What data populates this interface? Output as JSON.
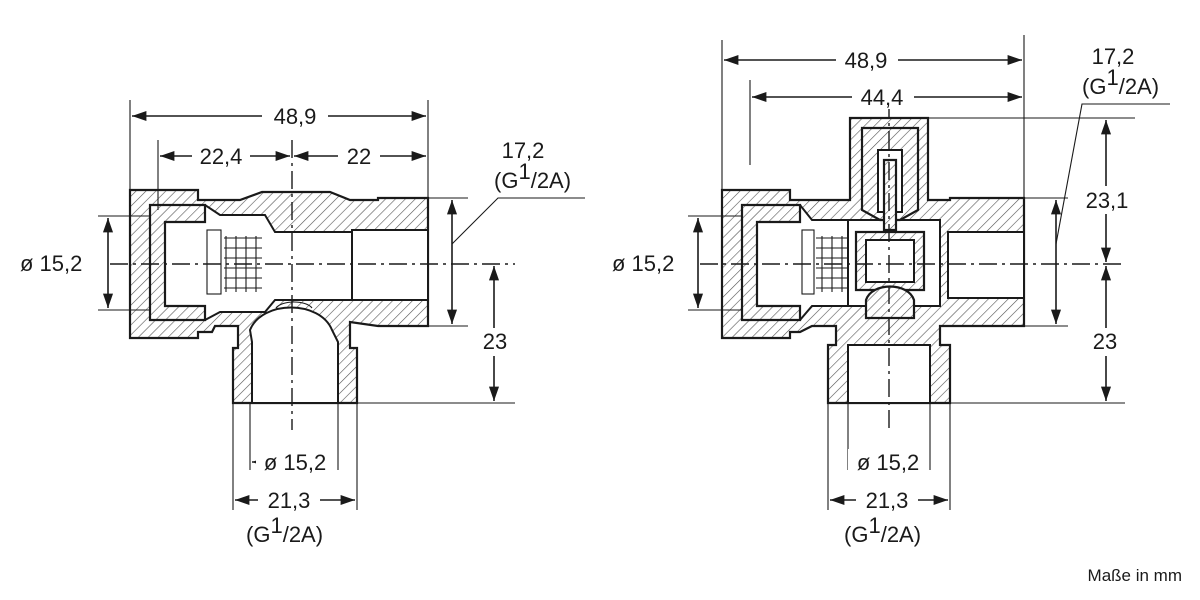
{
  "left_view": {
    "dim_total_width": "48,9",
    "dim_left_part": "22,4",
    "dim_right_part": "22",
    "dim_outlet_dia": "17,2",
    "dim_outlet_thread": "(G",
    "dim_outlet_thread_sup": "1",
    "dim_outlet_thread_tail": "/2A)",
    "dim_inlet_bore": "ø 15,2",
    "dim_height": "23",
    "dim_bottom_bore": "ø 15,2",
    "dim_bottom_dia": "21,3",
    "dim_bottom_thread": "(G",
    "dim_bottom_thread_sup": "1",
    "dim_bottom_thread_tail": "/2A)"
  },
  "right_view": {
    "dim_total_width": "48,9",
    "dim_inner_width": "44,4",
    "dim_outlet_dia": "17,2",
    "dim_outlet_thread": "(G",
    "dim_outlet_thread_sup": "1",
    "dim_outlet_thread_tail": "/2A)",
    "dim_top_height": "23,1",
    "dim_inlet_bore": "ø 15,2",
    "dim_height": "23",
    "dim_bottom_bore": "ø 15,2",
    "dim_bottom_dia": "21,3",
    "dim_bottom_thread": "(G",
    "dim_bottom_thread_sup": "1",
    "dim_bottom_thread_tail": "/2A)"
  },
  "units_label": "Maße in mm"
}
